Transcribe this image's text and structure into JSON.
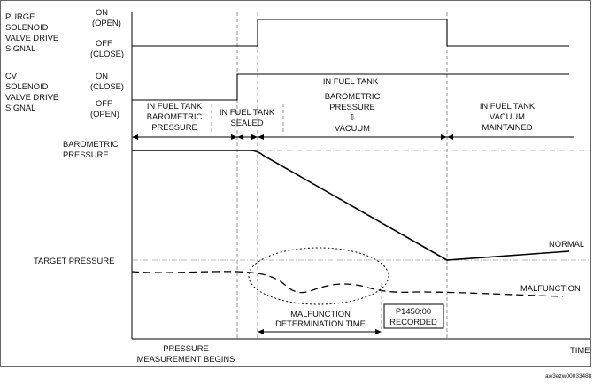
{
  "purge_label": [
    "PURGE",
    "SOLENOID",
    "VALVE DRIVE",
    "SIGNAL"
  ],
  "purge_on": [
    "ON",
    "(OPEN)"
  ],
  "purge_off": [
    "OFF",
    "(CLOSE)"
  ],
  "cv_label": [
    "CV",
    "SOLENOID",
    "VALVE DRIVE",
    "SIGNAL"
  ],
  "cv_on": [
    "ON",
    "(CLOSE)"
  ],
  "cv_off": [
    "OFF",
    "(OPEN)"
  ],
  "phases": {
    "p1": [
      "IN FUEL TANK",
      "BAROMETRIC",
      "PRESSURE"
    ],
    "p2": [
      "IN FUEL TANK",
      "SEALED"
    ],
    "p3_top": "IN FUEL TANK",
    "p3": [
      "BAROMETRIC",
      "PRESSURE",
      "⇩",
      "VACUUM"
    ],
    "p4": [
      "IN FUEL TANK",
      "VACUUM",
      "MAINTAINED"
    ]
  },
  "baro_label": [
    "BAROMETRIC",
    "PRESSURE"
  ],
  "target_label": "TARGET PRESSURE",
  "normal_label": "NORMAL",
  "malfunction_label": "MALFUNCTION",
  "det_time": [
    "MALFUNCTION",
    "DETERMINATION TIME"
  ],
  "p1450": [
    "P1450:00",
    "RECORDED"
  ],
  "pressure_begins": [
    "PRESSURE",
    "MEASUREMENT BEGINS"
  ],
  "time_label": "TIME",
  "figure_id": "aw3ezw00033488"
}
